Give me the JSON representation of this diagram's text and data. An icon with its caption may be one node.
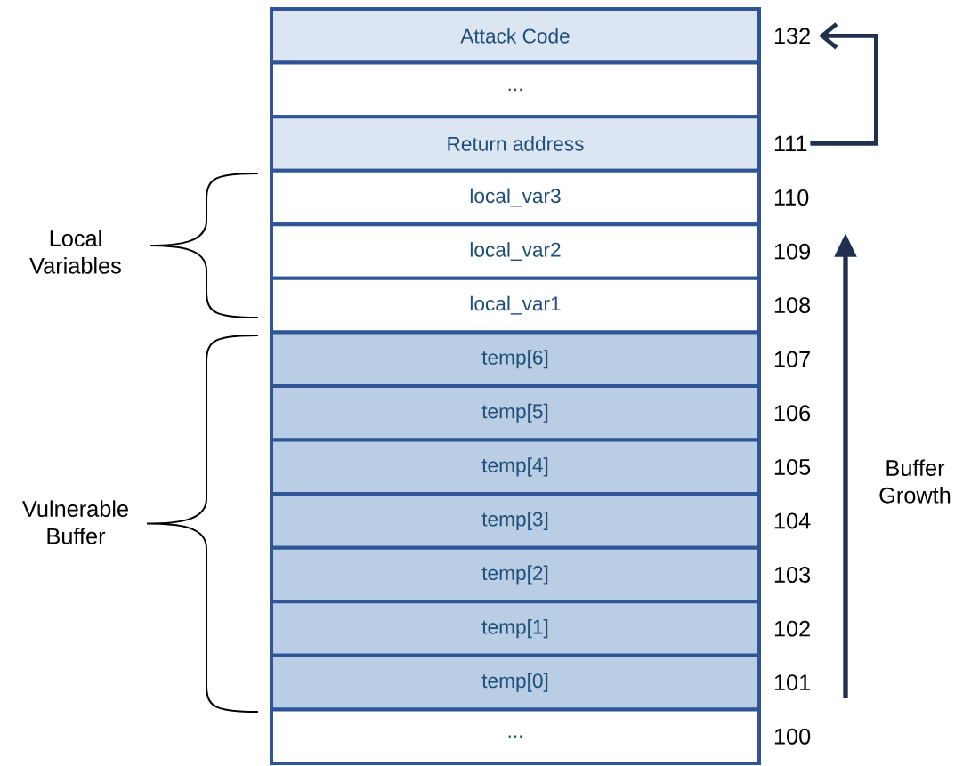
{
  "diagram": {
    "nodes": [
      {
        "text": [
          "Attack Code"
        ]
      },
      {
        "text": [
          "..."
        ]
      },
      {
        "text": [
          "Return address"
        ]
      },
      {
        "text": [
          "local_var3"
        ]
      },
      {
        "text": [
          "local_var2"
        ]
      },
      {
        "text": [
          "local_var1"
        ]
      },
      {
        "text": [
          "temp[6]"
        ]
      },
      {
        "text": [
          "temp[5]"
        ]
      },
      {
        "text": [
          "temp[4]"
        ]
      },
      {
        "text": [
          "temp[3]"
        ]
      },
      {
        "text": [
          "temp[2]"
        ]
      },
      {
        "text": [
          "temp[1]"
        ]
      },
      {
        "text": [
          "temp[0]"
        ]
      },
      {
        "text": [
          "..."
        ]
      },
      {
        "text": [
          "132"
        ]
      },
      {
        "text": [
          "111"
        ]
      }
    ],
    "edges": [
      {
        "from": 15,
        "to": 14,
        "arrow": "to"
      }
    ],
    "labels": [
      "110",
      "Local Variables",
      "109",
      "108",
      "107",
      "106",
      "105",
      "Buffer Growth",
      "104",
      "Vulnerable Buffer",
      "103",
      "102",
      "101",
      "100"
    ]
  }
}
